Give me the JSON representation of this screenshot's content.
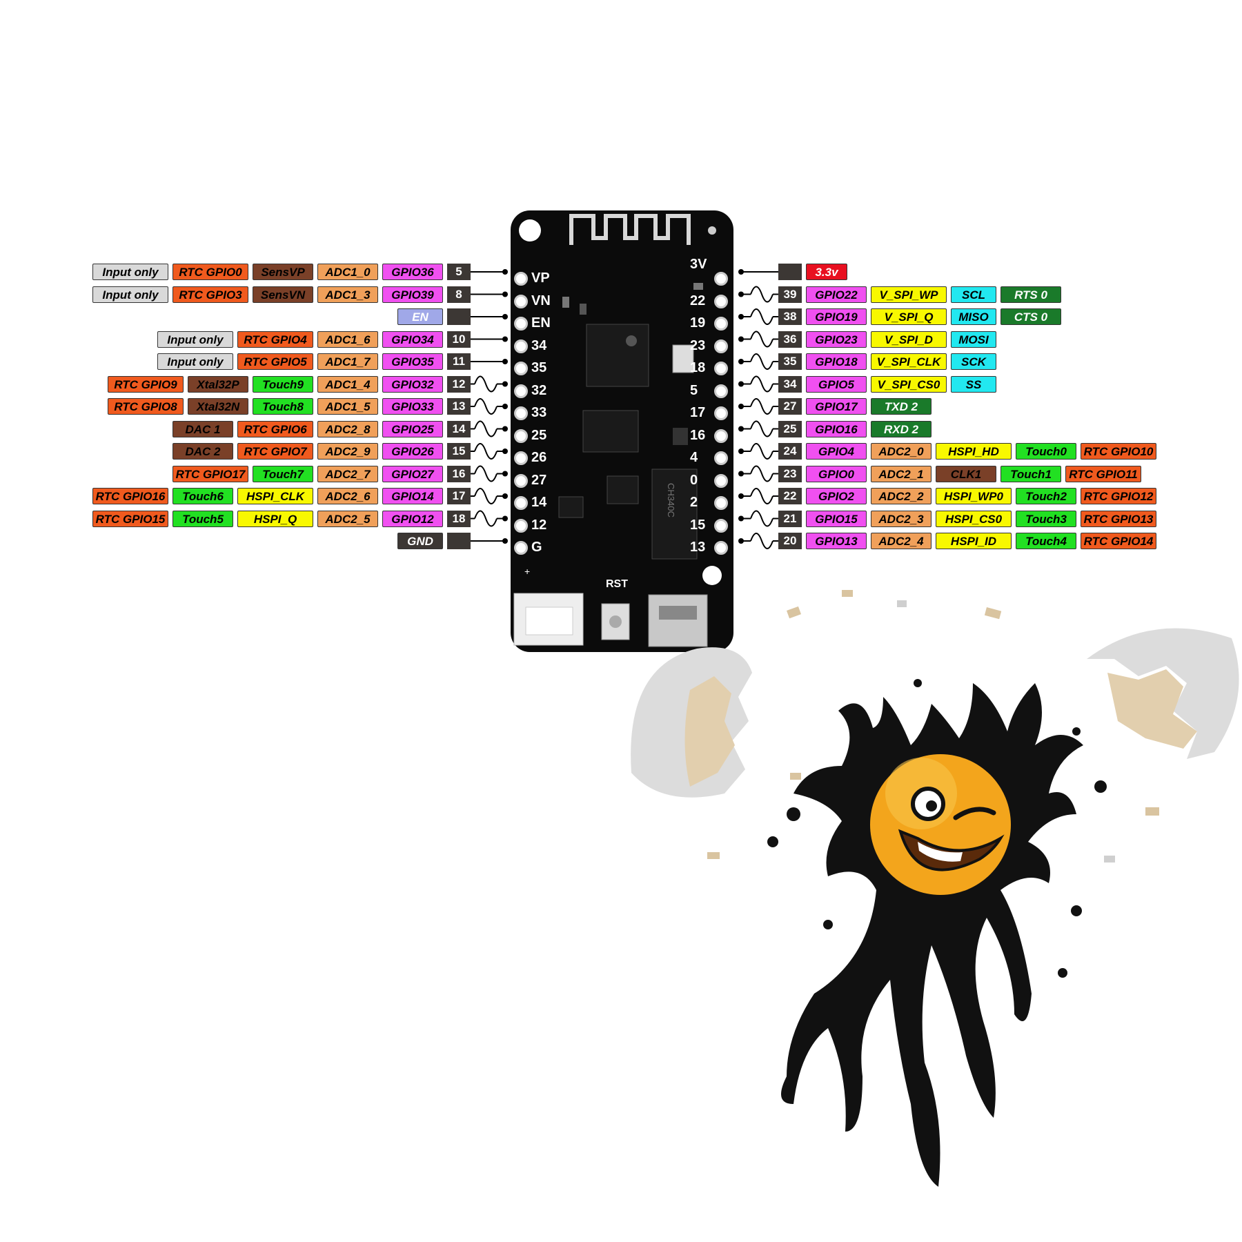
{
  "colors": {
    "input_only": "#d9d9d9",
    "rtc": "#f05a1e",
    "sens": "#7a4028",
    "adc": "#f0a05a",
    "gpio": "#f050f0",
    "pinnum": "#3c3734",
    "touch": "#22e022",
    "hspi": "#f8f800",
    "vspi": "#f8f800",
    "i2c": "#22e8f0",
    "uart": "#1a7a2a",
    "dac": "#7a4028",
    "power": "#e81020",
    "en": "#a0a8e8",
    "gnd": "#3c3734",
    "clk": "#7a4028"
  },
  "board": {
    "left_silk": [
      "VP",
      "VN",
      "EN",
      "34",
      "35",
      "32",
      "33",
      "25",
      "26",
      "27",
      "14",
      "12",
      "G"
    ],
    "right_silk": [
      "3V",
      "22",
      "19",
      "23",
      "18",
      "5",
      "17",
      "16",
      "4",
      "0",
      "2",
      "15",
      "13"
    ],
    "rst_label": "RST",
    "chip_text": "CH340C",
    "plus_label": "+"
  },
  "left_rows": [
    {
      "pin": "5",
      "labels": [
        {
          "t": "GPIO36",
          "c": "gpio"
        },
        {
          "t": "ADC1_0",
          "c": "adc"
        },
        {
          "t": "SensVP",
          "c": "sens"
        },
        {
          "t": "RTC GPIO0",
          "c": "rtc"
        },
        {
          "t": "Input only",
          "c": "input_only"
        }
      ],
      "pwm": false
    },
    {
      "pin": "8",
      "labels": [
        {
          "t": "GPIO39",
          "c": "gpio"
        },
        {
          "t": "ADC1_3",
          "c": "adc"
        },
        {
          "t": "SensVN",
          "c": "sens"
        },
        {
          "t": "RTC GPIO3",
          "c": "rtc"
        },
        {
          "t": "Input only",
          "c": "input_only"
        }
      ],
      "pwm": false
    },
    {
      "pin": "",
      "labels": [
        {
          "t": "EN",
          "c": "en"
        }
      ],
      "pwm": false
    },
    {
      "pin": "10",
      "labels": [
        {
          "t": "GPIO34",
          "c": "gpio"
        },
        {
          "t": "ADC1_6",
          "c": "adc"
        },
        {
          "t": "RTC GPIO4",
          "c": "rtc"
        },
        {
          "t": "Input only",
          "c": "input_only"
        }
      ],
      "pwm": false
    },
    {
      "pin": "11",
      "labels": [
        {
          "t": "GPIO35",
          "c": "gpio"
        },
        {
          "t": "ADC1_7",
          "c": "adc"
        },
        {
          "t": "RTC GPIO5",
          "c": "rtc"
        },
        {
          "t": "Input only",
          "c": "input_only"
        }
      ],
      "pwm": false
    },
    {
      "pin": "12",
      "labels": [
        {
          "t": "GPIO32",
          "c": "gpio"
        },
        {
          "t": "ADC1_4",
          "c": "adc"
        },
        {
          "t": "Touch9",
          "c": "touch"
        },
        {
          "t": "Xtal32P",
          "c": "sens"
        },
        {
          "t": "RTC GPIO9",
          "c": "rtc"
        }
      ],
      "pwm": true
    },
    {
      "pin": "13",
      "labels": [
        {
          "t": "GPIO33",
          "c": "gpio"
        },
        {
          "t": "ADC1_5",
          "c": "adc"
        },
        {
          "t": "Touch8",
          "c": "touch"
        },
        {
          "t": "Xtal32N",
          "c": "sens"
        },
        {
          "t": "RTC GPIO8",
          "c": "rtc"
        }
      ],
      "pwm": true
    },
    {
      "pin": "14",
      "labels": [
        {
          "t": "GPIO25",
          "c": "gpio"
        },
        {
          "t": "ADC2_8",
          "c": "adc"
        },
        {
          "t": "RTC GPIO6",
          "c": "rtc"
        },
        {
          "t": "DAC 1",
          "c": "dac"
        }
      ],
      "pwm": true
    },
    {
      "pin": "15",
      "labels": [
        {
          "t": "GPIO26",
          "c": "gpio"
        },
        {
          "t": "ADC2_9",
          "c": "adc"
        },
        {
          "t": "RTC GPIO7",
          "c": "rtc"
        },
        {
          "t": "DAC 2",
          "c": "dac"
        }
      ],
      "pwm": true
    },
    {
      "pin": "16",
      "labels": [
        {
          "t": "GPIO27",
          "c": "gpio"
        },
        {
          "t": "ADC2_7",
          "c": "adc"
        },
        {
          "t": "Touch7",
          "c": "touch"
        },
        {
          "t": "RTC GPIO17",
          "c": "rtc"
        }
      ],
      "pwm": true
    },
    {
      "pin": "17",
      "labels": [
        {
          "t": "GPIO14",
          "c": "gpio"
        },
        {
          "t": "ADC2_6",
          "c": "adc"
        },
        {
          "t": "HSPI_CLK",
          "c": "hspi"
        },
        {
          "t": "Touch6",
          "c": "touch"
        },
        {
          "t": "RTC GPIO16",
          "c": "rtc"
        }
      ],
      "pwm": true
    },
    {
      "pin": "18",
      "labels": [
        {
          "t": "GPIO12",
          "c": "gpio"
        },
        {
          "t": "ADC2_5",
          "c": "adc"
        },
        {
          "t": "HSPI_Q",
          "c": "hspi"
        },
        {
          "t": "Touch5",
          "c": "touch"
        },
        {
          "t": "RTC GPIO15",
          "c": "rtc"
        }
      ],
      "pwm": true
    },
    {
      "pin": "",
      "labels": [
        {
          "t": "GND",
          "c": "gnd"
        }
      ],
      "pwm": false
    }
  ],
  "right_rows": [
    {
      "pin": "",
      "labels": [
        {
          "t": "3.3v",
          "c": "power"
        }
      ],
      "pwm": false
    },
    {
      "pin": "39",
      "labels": [
        {
          "t": "GPIO22",
          "c": "gpio"
        },
        {
          "t": "V_SPI_WP",
          "c": "vspi"
        },
        {
          "t": "SCL",
          "c": "i2c"
        },
        {
          "t": "RTS 0",
          "c": "uart"
        }
      ],
      "pwm": true
    },
    {
      "pin": "38",
      "labels": [
        {
          "t": "GPIO19",
          "c": "gpio"
        },
        {
          "t": "V_SPI_Q",
          "c": "vspi"
        },
        {
          "t": "MISO",
          "c": "i2c"
        },
        {
          "t": "CTS 0",
          "c": "uart"
        }
      ],
      "pwm": true
    },
    {
      "pin": "36",
      "labels": [
        {
          "t": "GPIO23",
          "c": "gpio"
        },
        {
          "t": "V_SPI_D",
          "c": "vspi"
        },
        {
          "t": "MOSI",
          "c": "i2c"
        }
      ],
      "pwm": true
    },
    {
      "pin": "35",
      "labels": [
        {
          "t": "GPIO18",
          "c": "gpio"
        },
        {
          "t": "V_SPI_CLK",
          "c": "vspi"
        },
        {
          "t": "SCK",
          "c": "i2c"
        }
      ],
      "pwm": true
    },
    {
      "pin": "34",
      "labels": [
        {
          "t": "GPIO5",
          "c": "gpio"
        },
        {
          "t": "V_SPI_CS0",
          "c": "vspi"
        },
        {
          "t": "SS",
          "c": "i2c"
        }
      ],
      "pwm": true
    },
    {
      "pin": "27",
      "labels": [
        {
          "t": "GPIO17",
          "c": "gpio"
        },
        {
          "t": "TXD 2",
          "c": "uart"
        }
      ],
      "pwm": true
    },
    {
      "pin": "25",
      "labels": [
        {
          "t": "GPIO16",
          "c": "gpio"
        },
        {
          "t": "RXD 2",
          "c": "uart"
        }
      ],
      "pwm": true
    },
    {
      "pin": "24",
      "labels": [
        {
          "t": "GPIO4",
          "c": "gpio"
        },
        {
          "t": "ADC2_0",
          "c": "adc"
        },
        {
          "t": "HSPI_HD",
          "c": "hspi"
        },
        {
          "t": "Touch0",
          "c": "touch"
        },
        {
          "t": "RTC GPIO10",
          "c": "rtc"
        }
      ],
      "pwm": true
    },
    {
      "pin": "23",
      "labels": [
        {
          "t": "GPIO0",
          "c": "gpio"
        },
        {
          "t": "ADC2_1",
          "c": "adc"
        },
        {
          "t": "CLK1",
          "c": "clk"
        },
        {
          "t": "Touch1",
          "c": "touch"
        },
        {
          "t": "RTC GPIO11",
          "c": "rtc"
        }
      ],
      "pwm": true
    },
    {
      "pin": "22",
      "labels": [
        {
          "t": "GPIO2",
          "c": "gpio"
        },
        {
          "t": "ADC2_2",
          "c": "adc"
        },
        {
          "t": "HSPI_WP0",
          "c": "hspi"
        },
        {
          "t": "Touch2",
          "c": "touch"
        },
        {
          "t": "RTC GPIO12",
          "c": "rtc"
        }
      ],
      "pwm": true
    },
    {
      "pin": "21",
      "labels": [
        {
          "t": "GPIO15",
          "c": "gpio"
        },
        {
          "t": "ADC2_3",
          "c": "adc"
        },
        {
          "t": "HSPI_CS0",
          "c": "hspi"
        },
        {
          "t": "Touch3",
          "c": "touch"
        },
        {
          "t": "RTC GPIO13",
          "c": "rtc"
        }
      ],
      "pwm": true
    },
    {
      "pin": "20",
      "labels": [
        {
          "t": "GPIO13",
          "c": "gpio"
        },
        {
          "t": "ADC2_4",
          "c": "adc"
        },
        {
          "t": "HSPI_ID",
          "c": "hspi"
        },
        {
          "t": "Touch4",
          "c": "touch"
        },
        {
          "t": "RTC GPIO14",
          "c": "rtc"
        }
      ],
      "pwm": true
    }
  ]
}
